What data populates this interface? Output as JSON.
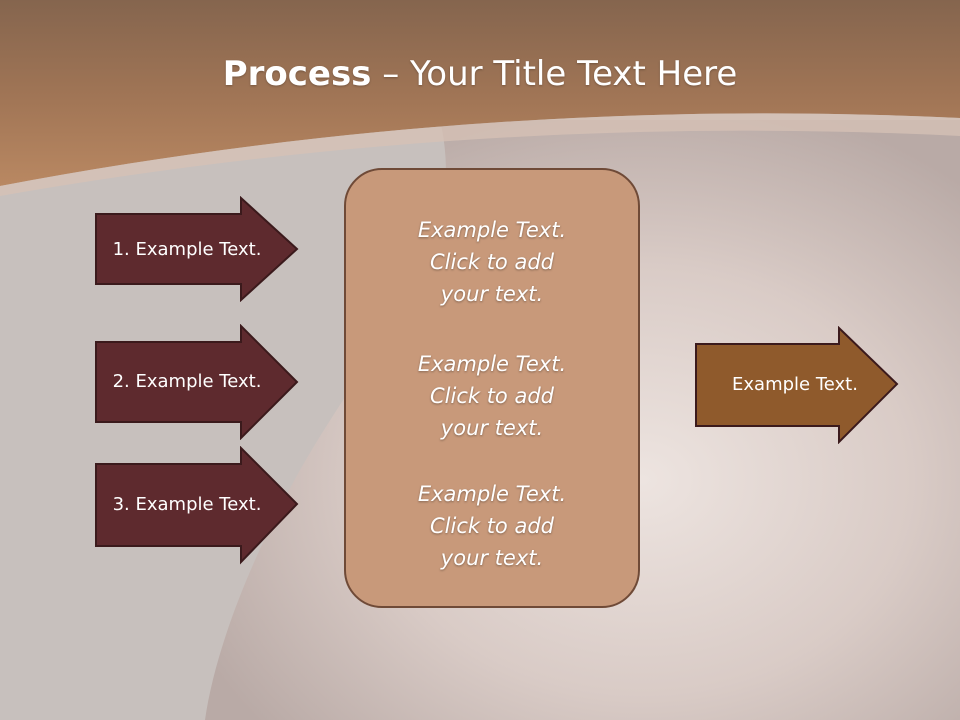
{
  "slide": {
    "title_bold": "Process",
    "title_rest": " – Your Title Text Here",
    "left_arrows": [
      {
        "label": "1. Example Text."
      },
      {
        "label": "2. Example Text."
      },
      {
        "label": "3. Example Text."
      }
    ],
    "center_blocks": [
      {
        "line1": "Example Text.",
        "line2": "Click  to add",
        "line3": "your text."
      },
      {
        "line1": "Example Text.",
        "line2": "Click  to add",
        "line3": "your text."
      },
      {
        "line1": "Example Text.",
        "line2": "Click  to add",
        "line3": "your text."
      }
    ],
    "right_arrow": {
      "label": "Example Text."
    }
  },
  "colors": {
    "header_brown": "#a97a5a",
    "left_arrow_fill": "#5e2a2e",
    "right_arrow_fill": "#8f5a2c",
    "center_box_fill": "#c8997a",
    "border_dark": "#3b1a1c"
  }
}
